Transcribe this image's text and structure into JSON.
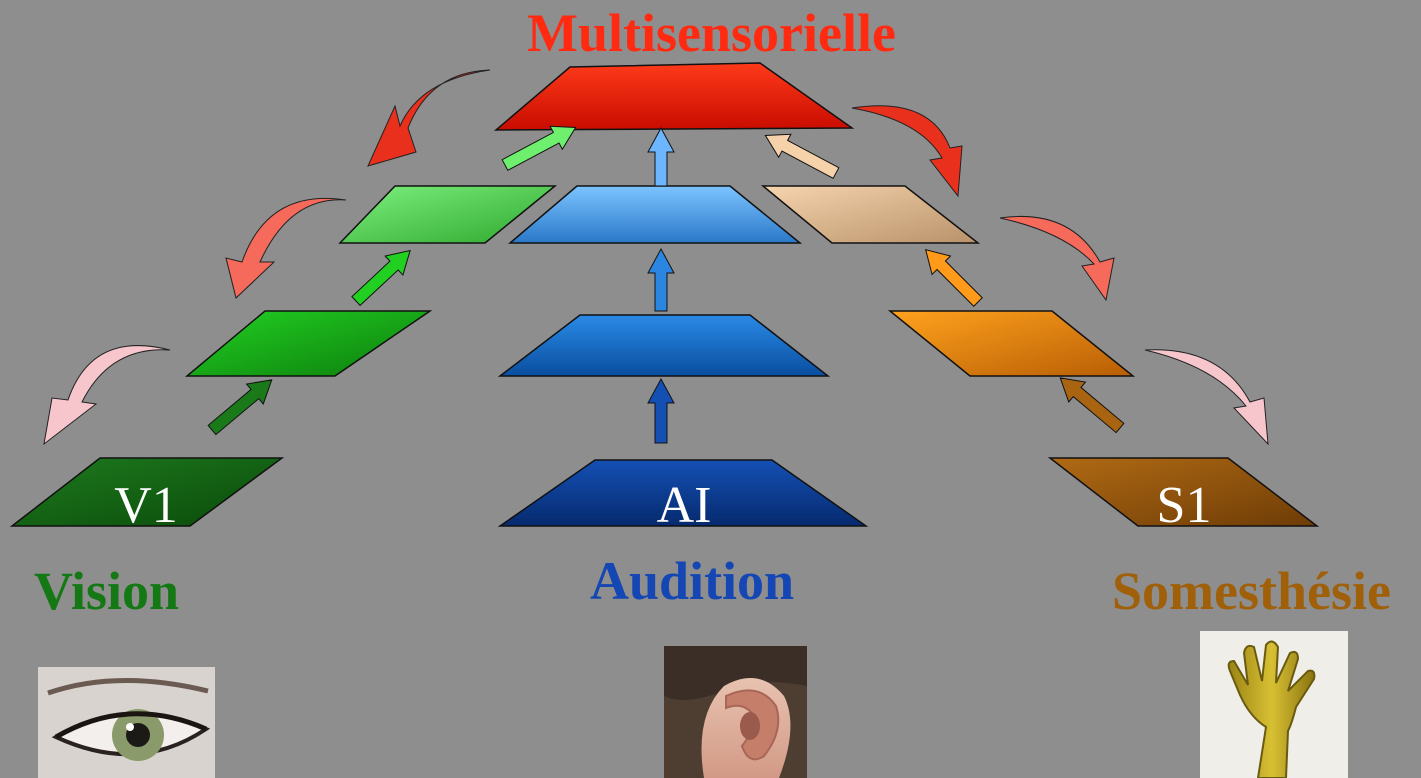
{
  "title": "Multisensorielle",
  "colors": {
    "background": "#8e8e8e",
    "multisensory": "#ff2a10",
    "vision": "#147814",
    "audition": "#1446b4",
    "somesthesie": "#a0600a"
  },
  "streams": {
    "vision": {
      "label": "Vision",
      "primary_area": "V1",
      "photo_subject": "eye"
    },
    "audition": {
      "label": "Audition",
      "primary_area": "AI",
      "photo_subject": "ear"
    },
    "somesthesie": {
      "label": "Somesthésie",
      "primary_area": "S1",
      "photo_subject": "hand-sculpture"
    }
  }
}
